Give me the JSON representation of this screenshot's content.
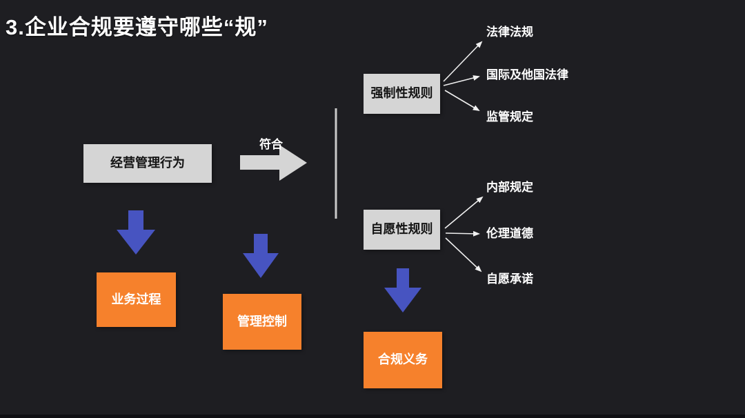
{
  "slide": {
    "title": "3.企业合规要遵守哪些“规”",
    "colors": {
      "background": "#1E1E22",
      "box_gray": "#D5D5D5",
      "box_orange": "#F6812C",
      "arrow_blue": "#4754C1",
      "arrow_gray": "#D5D5D5",
      "text_light": "#FFFFFF",
      "text_dark": "#141414"
    },
    "nodes": {
      "source": "经营管理行为",
      "flow_label": "符合",
      "mandatory": "强制性规则",
      "voluntary": "自愿性规则",
      "outcome_process": "业务过程",
      "outcome_control": "管理控制",
      "outcome_obligation": "合规义务"
    },
    "mandatory_branches": [
      "法律法规",
      "国际及他国法律",
      "监管规定"
    ],
    "voluntary_branches": [
      "内部规定",
      "伦理道德",
      "自愿承诺"
    ]
  }
}
